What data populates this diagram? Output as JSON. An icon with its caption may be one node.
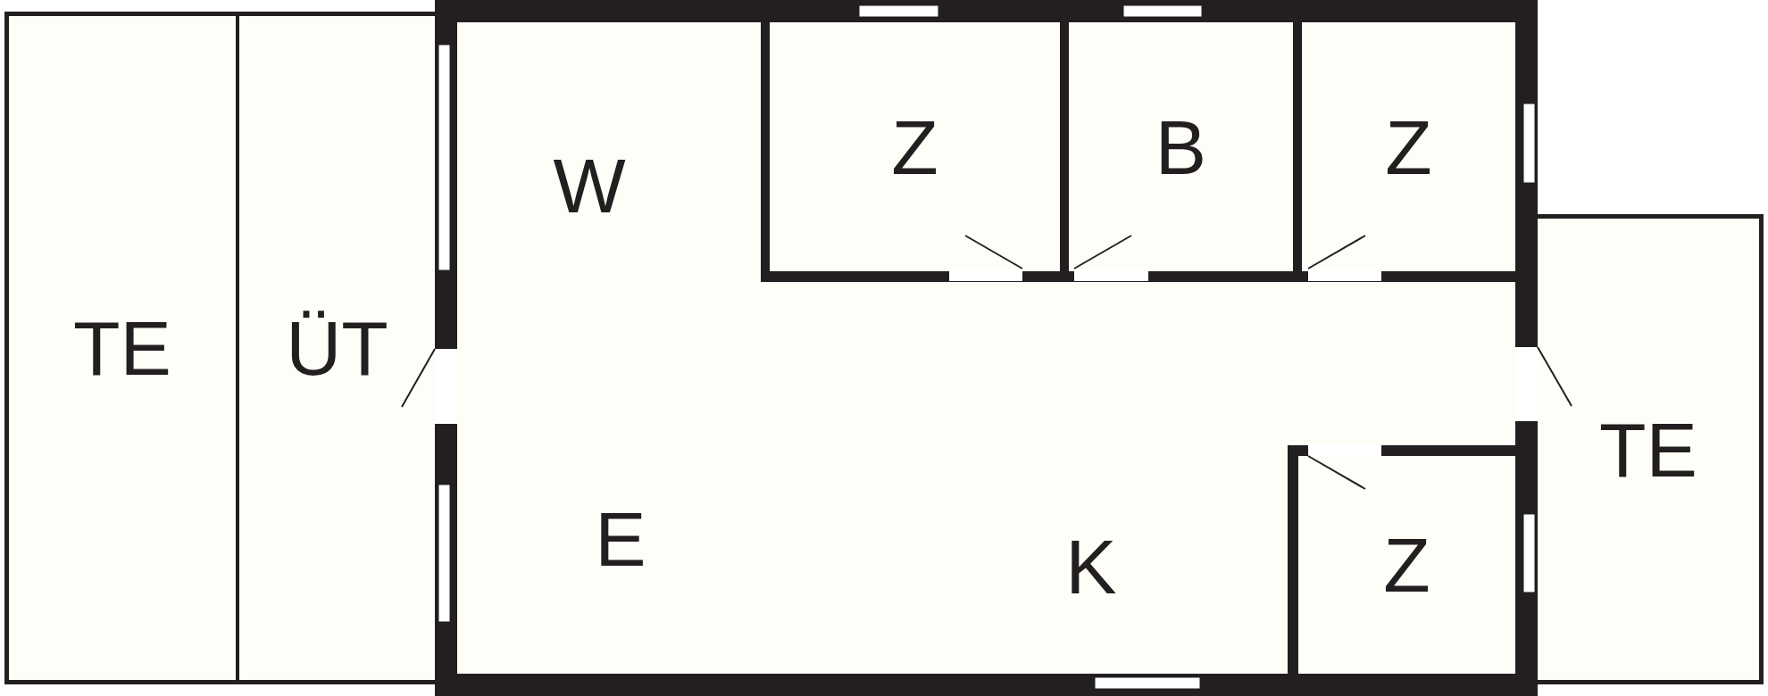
{
  "diagram": {
    "nodes": [
      {
        "text": [
          "TE"
        ]
      },
      {
        "text": [
          "ÜT"
        ]
      },
      {
        "text": [
          "W",
          "E",
          "K"
        ]
      },
      {
        "text": [
          "Z"
        ],
        "in": 2
      },
      {
        "text": [
          "B"
        ],
        "in": 2
      },
      {
        "text": [
          "Z"
        ],
        "in": 2
      },
      {
        "text": [
          "Z"
        ],
        "in": 2
      },
      {
        "text": [
          "TE"
        ]
      }
    ]
  }
}
